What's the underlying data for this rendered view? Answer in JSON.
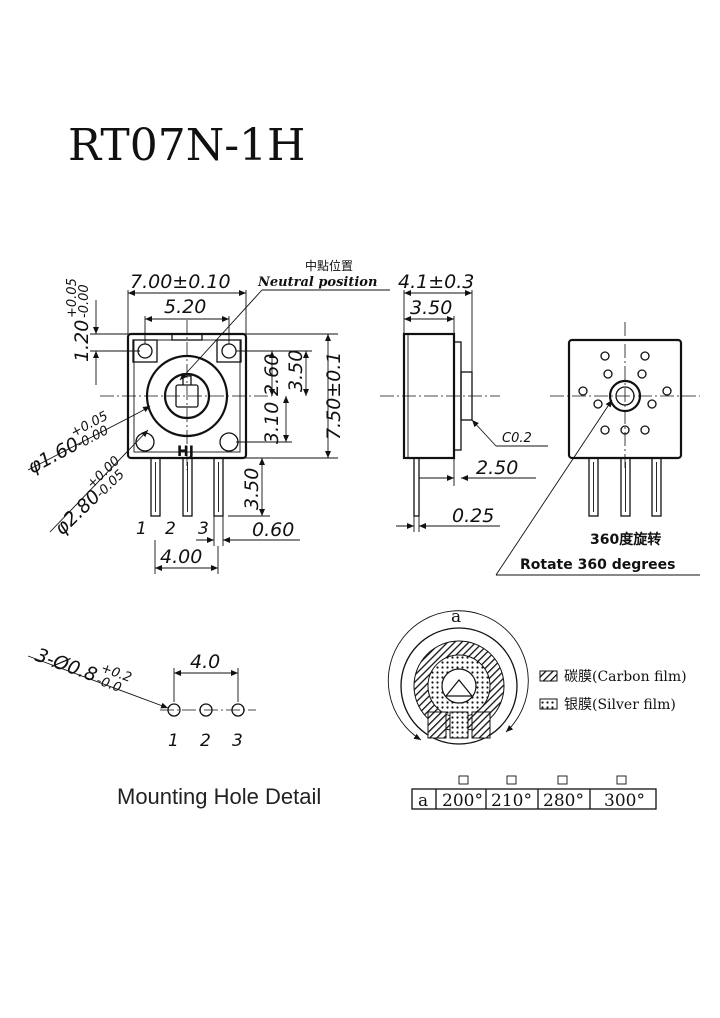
{
  "title": "RT07N-1H",
  "front_view": {
    "neutral_cn": "中點位置",
    "neutral_en": "Neutral position",
    "dim_width": "7.00±0.10",
    "dim_hole_spacing": "5.20",
    "dim_top_offset": "1.20",
    "dim_top_tol_plus": "+0.05",
    "dim_top_tol_minus": "-0.00",
    "dim_hole_small": "φ1.60",
    "dim_hole_small_tol_plus": "+0.05",
    "dim_hole_small_tol_minus": "-0.00",
    "dim_hole_large": "φ2.80",
    "dim_hole_large_tol_plus": "+0.00",
    "dim_hole_large_tol_minus": "-0.05",
    "dim_2_60": "2.60",
    "dim_3_10": "3.10",
    "dim_3_50_right": "3.50",
    "dim_7_50": "7.50±0.1",
    "dim_pin_length": "3.50",
    "dim_pin_width": "0.60",
    "dim_pin_spacing": "4.00",
    "pin_labels": [
      "1",
      "2",
      "3"
    ],
    "marking": "HJ"
  },
  "side_view": {
    "dim_depth": "4.1±0.3",
    "dim_body": "3.50",
    "chamfer": "C0.2",
    "dim_2_50": "2.50",
    "dim_0_25": "0.25"
  },
  "rear_view": {
    "rotate_cn": "360度旋转",
    "rotate_en": "Rotate 360 degrees"
  },
  "mounting": {
    "dim_holes": "3-Ø0.8",
    "dim_holes_tol_plus": "+0.2",
    "dim_holes_tol_minus": "-0.0",
    "dim_spacing": "4.0",
    "pin_labels": [
      "1",
      "2",
      "3"
    ],
    "caption": "Mounting Hole Detail"
  },
  "track": {
    "angle_label": "a",
    "carbon_label": "碳膜(Carbon film)",
    "silver_label": "银膜(Silver film)"
  },
  "angle_table": {
    "header": "a",
    "values": [
      "200°",
      "210°",
      "280°",
      "300°"
    ]
  }
}
